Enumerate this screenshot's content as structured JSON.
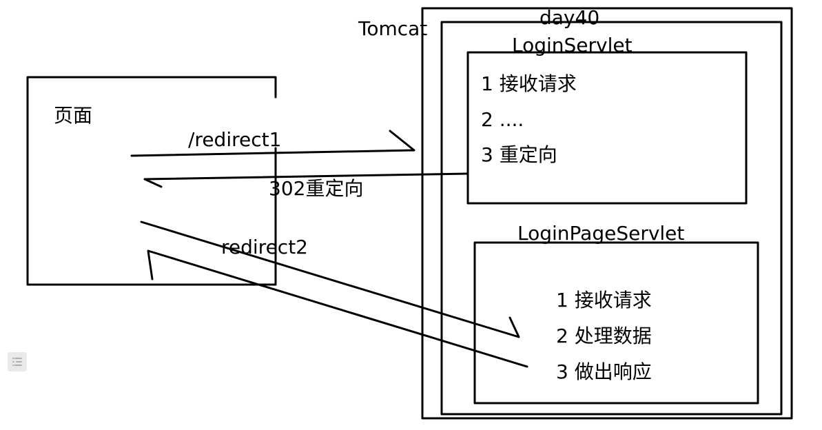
{
  "diagram": {
    "tomcat_label": "Tomcat",
    "app_label": "day40",
    "page_label": "页面",
    "servlet1": {
      "name": "LoginServlet",
      "steps": [
        "1 接收请求",
        "2 ....",
        "3 重定向"
      ]
    },
    "servlet2": {
      "name": "LoginPageServlet",
      "steps": [
        "1 接收请求",
        "2 处理数据",
        "3 做出响应"
      ]
    },
    "arrows": {
      "request1": "/redirect1",
      "response1": "302重定向",
      "request2": "redirect2"
    }
  },
  "toolbar": {
    "toc_icon": "list-icon"
  }
}
